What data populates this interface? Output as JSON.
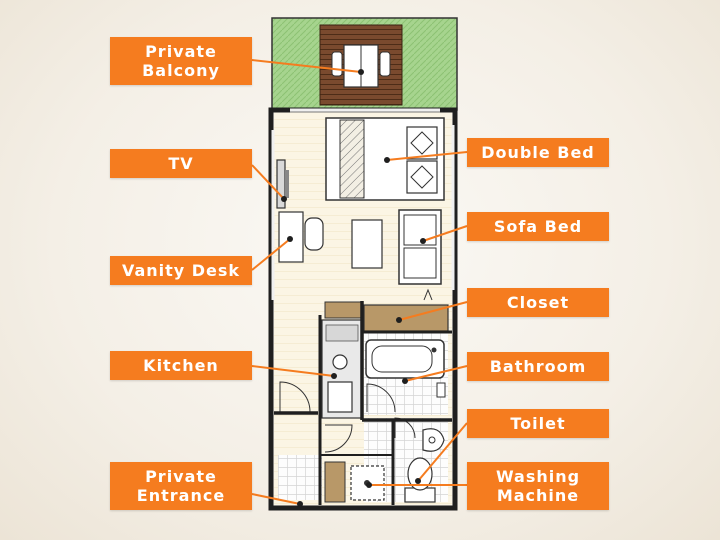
{
  "labels": {
    "private_balcony": [
      "Private",
      "Balcony"
    ],
    "tv": "TV",
    "vanity_desk": "Vanity Desk",
    "kitchen": "Kitchen",
    "private_entrance": [
      "Private",
      "Entrance"
    ],
    "double_bed": "Double Bed",
    "sofa_bed": "Sofa Bed",
    "closet": "Closet",
    "bathroom": "Bathroom",
    "toilet": "Toilet",
    "washing_machine": [
      "Washing",
      "Machine"
    ]
  },
  "colors": {
    "label_bg": "#f57c1f",
    "label_text": "#ffffff",
    "leader_line": "#f57c1f",
    "balcony_grass": "#9fcf86",
    "wood": "#b89868",
    "floor": "#fbf5e4",
    "wall": "#222222"
  }
}
